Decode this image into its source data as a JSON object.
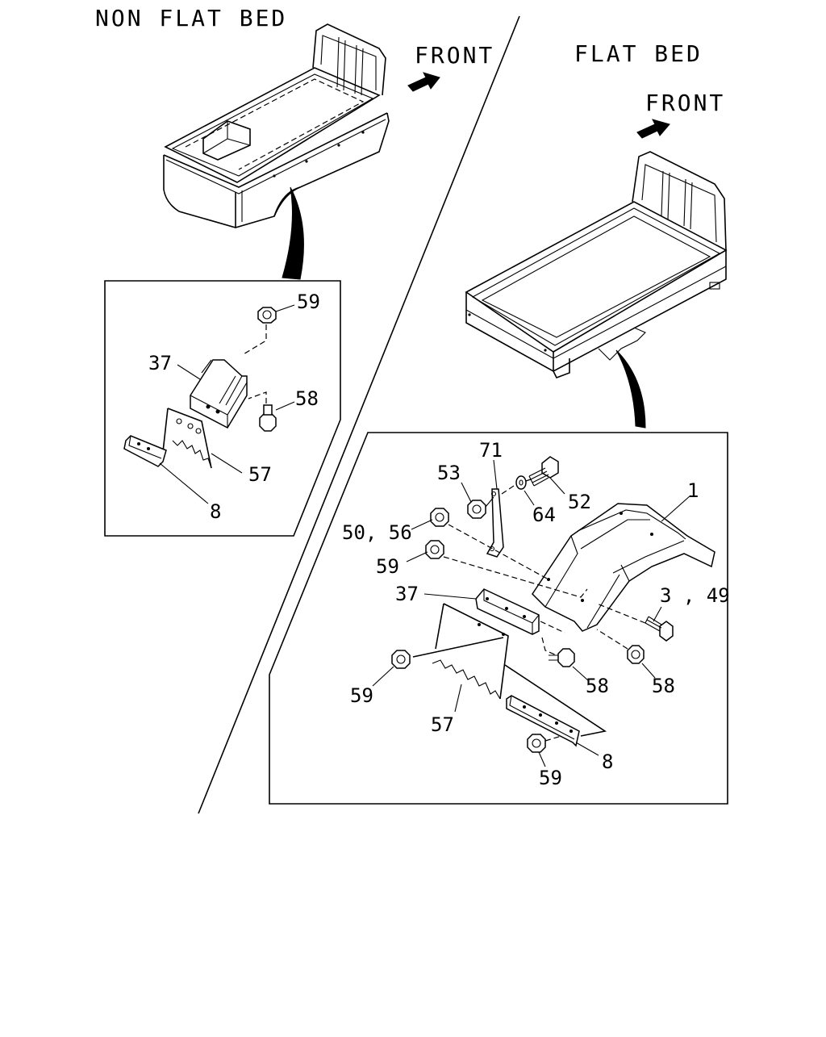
{
  "sections": {
    "non_flat_bed": {
      "title": "NON FLAT BED",
      "front_label": "FRONT"
    },
    "flat_bed": {
      "title": "FLAT BED",
      "front_label": "FRONT"
    }
  },
  "callouts_left": {
    "n59": "59",
    "n37": "37",
    "n58": "58",
    "n57": "57",
    "n8": "8"
  },
  "callouts_right": {
    "n71": "71",
    "n53": "53",
    "n52": "52",
    "n64": "64",
    "n1": "1",
    "n50_56": "50, 56",
    "n59a": "59",
    "n37": "37",
    "n3_49": "3 , 49",
    "n58a": "58",
    "n58b": "58",
    "n59b": "59",
    "n57": "57",
    "n8": "8",
    "n59c": "59"
  }
}
